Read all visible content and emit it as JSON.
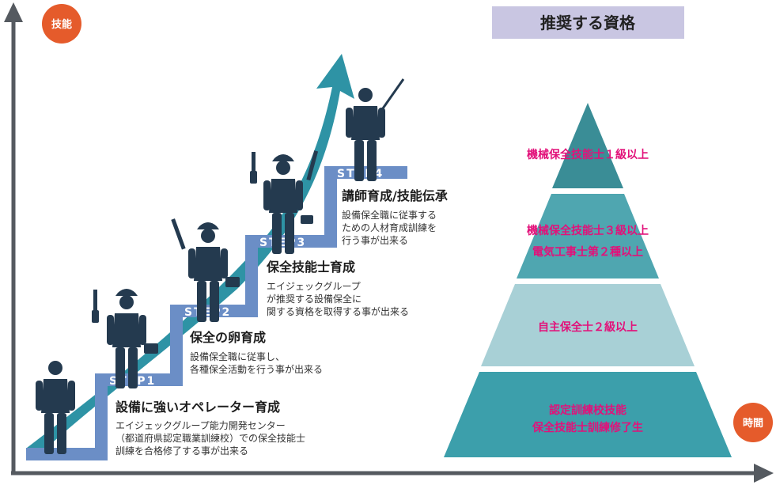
{
  "axes": {
    "y_label": "技能",
    "x_label": "時間"
  },
  "steps": [
    {
      "label": "STEP1",
      "heading": "設備に強いオペレーター育成",
      "desc": [
        "エイジェックグループ能力開発センター",
        "（都道府県認定職業訓練校）での保全技能士",
        "訓練を合格修了する事が出来る"
      ]
    },
    {
      "label": "STEP2",
      "heading": "保全の卵育成",
      "desc": [
        "設備保全職に従事し、",
        "各種保全活動を行う事が出来る"
      ]
    },
    {
      "label": "STEP3",
      "heading": "保全技能士育成",
      "desc": [
        "エイジェックグループ",
        "が推奨する設備保全に",
        "関する資格を取得する事が出来る"
      ]
    },
    {
      "label": "STEP4",
      "heading": "講師育成/技能伝承",
      "desc": [
        "設備保全職に従事する",
        "ための人材育成訓練を",
        "行う事が出来る"
      ]
    }
  ],
  "pyramid": {
    "title": "推奨する資格",
    "tiers": [
      {
        "lines": [
          "機械保全技能士１級以上"
        ],
        "color": "#3a8d96"
      },
      {
        "lines": [
          "機械保全技能士３級以上",
          "電気工事士第２種以上"
        ],
        "color": "#4fa6b0"
      },
      {
        "lines": [
          "自主保全士２級以上"
        ],
        "color": "#a8d0d6"
      },
      {
        "lines": [
          "認定訓練校技能",
          "保全技能士訓練修了生"
        ],
        "color": "#3c9fab"
      }
    ]
  },
  "colors": {
    "badge": "#e55b2b",
    "arrow": "#2e93a5",
    "stair": "#6b8ec6",
    "figure": "#243a4f",
    "axis": "#555a60",
    "title_bg": "#c9c6e2",
    "tier_text": "#e2117a"
  }
}
